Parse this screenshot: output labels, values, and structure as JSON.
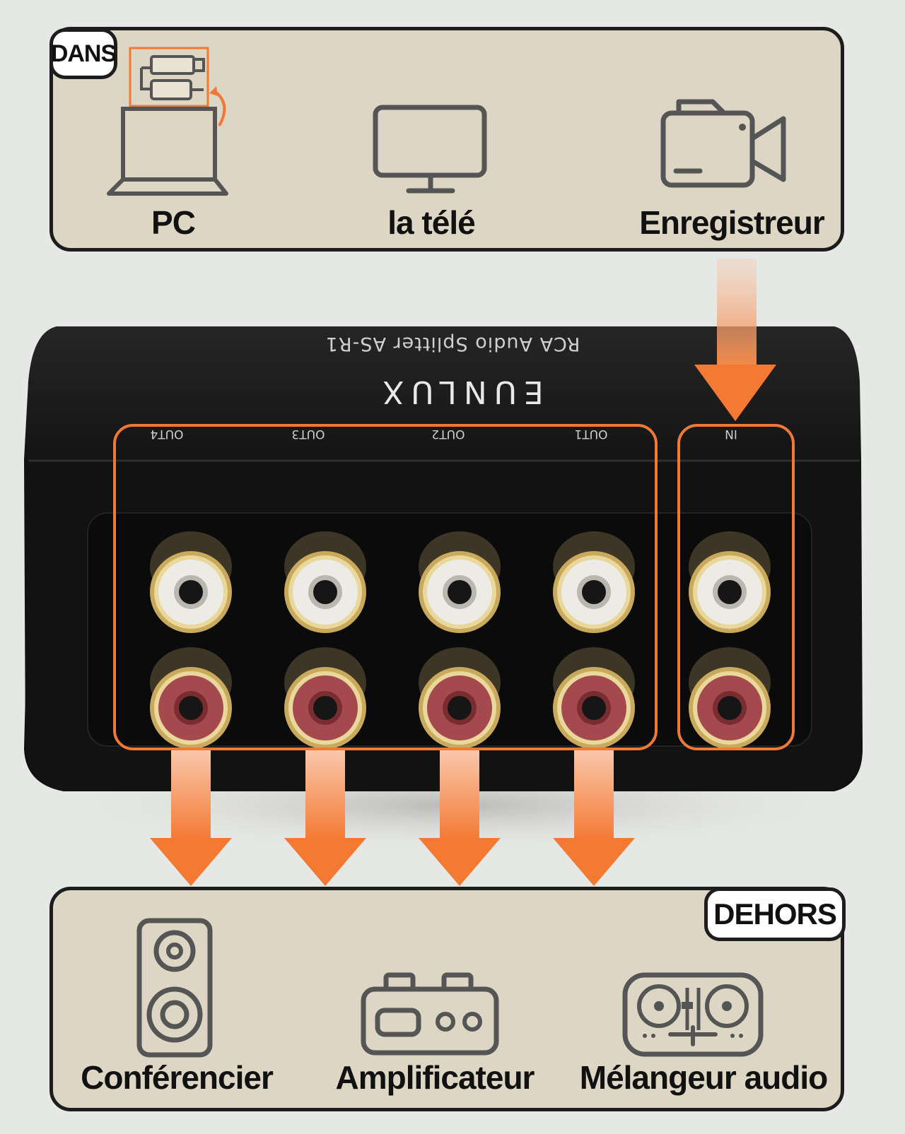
{
  "input_panel": {
    "tag": "DANS",
    "devices": [
      {
        "label": "PC",
        "icon": "laptop-icon"
      },
      {
        "label": "la télé",
        "icon": "monitor-icon"
      },
      {
        "label": "Enregistreur",
        "icon": "video-camera-icon"
      }
    ]
  },
  "output_panel": {
    "tag": "DEHORS",
    "devices": [
      {
        "label": "Conférencier",
        "icon": "speaker-icon"
      },
      {
        "label": "Amplificateur",
        "icon": "amplifier-icon"
      },
      {
        "label": "Mélangeur audio",
        "icon": "dj-mixer-icon"
      }
    ]
  },
  "device": {
    "model_text": "RCA Audio Splitter AS-R1",
    "brand": "EUNLUX",
    "ports": {
      "out4": "OUT4",
      "out3": "OUT3",
      "out2": "OUT2",
      "out1": "OUT1",
      "in": "IN"
    }
  },
  "colors": {
    "accent": "#f07a34",
    "arrow": "#f5a273",
    "panel": "#ddd6c4",
    "device_body": "#1c1c1c",
    "jack_red": "#a44a4e",
    "jack_white": "#ecebe6",
    "gold": "#d9c07a"
  }
}
